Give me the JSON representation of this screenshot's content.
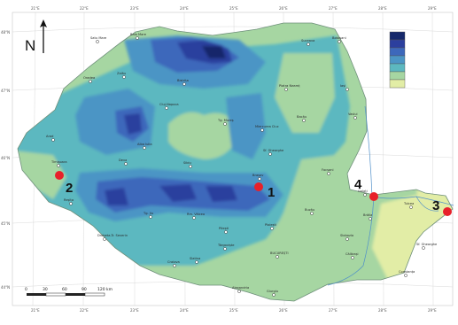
{
  "north_label": "N",
  "scale": {
    "ticks": [
      "0",
      "30",
      "60",
      "90",
      "120 km"
    ]
  },
  "legend": {
    "colors": [
      "#16286b",
      "#2c3f9e",
      "#3d68bb",
      "#4c95c5",
      "#5cb8c0",
      "#a6d6a2",
      "#e2eda6"
    ]
  },
  "sites": [
    {
      "label": "1"
    },
    {
      "label": "2"
    },
    {
      "label": "3"
    },
    {
      "label": "4"
    }
  ],
  "grid": {
    "top": [
      "21°E",
      "22°E",
      "23°E",
      "24°E",
      "25°E",
      "26°E",
      "27°E",
      "28°E",
      "29°E"
    ],
    "bottom": [
      "21°E",
      "22°E",
      "23°E",
      "24°E",
      "25°E",
      "26°E",
      "27°E",
      "28°E",
      "29°E"
    ],
    "left": [
      "48°N",
      "47°N",
      "46°N",
      "45°N",
      "44°N"
    ]
  },
  "cities": [
    "Satu Mare",
    "Baia Mare",
    "Suceava",
    "Botoșani",
    "Oradea",
    "Zalău",
    "Bistrița",
    "Piatra Neamț",
    "Iași",
    "Cluj-Napoca",
    "Tg. Mureș",
    "Bacău",
    "Vaslui",
    "Miercurea Ciuc",
    "Arad",
    "Alba Iulia",
    "Deva",
    "Sibiu",
    "Sf. Gheorghe",
    "Timișoara",
    "Brașov",
    "Focșani",
    "Galați",
    "Reșița",
    "Tg. Jiu",
    "Rm. Vâlcea",
    "Pitești",
    "Ploiești",
    "Buzău",
    "Brăila",
    "Tulcea",
    "Drobeta-Tr. Severin",
    "Craiova",
    "Slatina",
    "Târgoviște",
    "BUCUREȘTI",
    "Slobozia",
    "Călărași",
    "Constanța",
    "Alexandria",
    "Giurgiu",
    "Sf. Gheorghe"
  ]
}
